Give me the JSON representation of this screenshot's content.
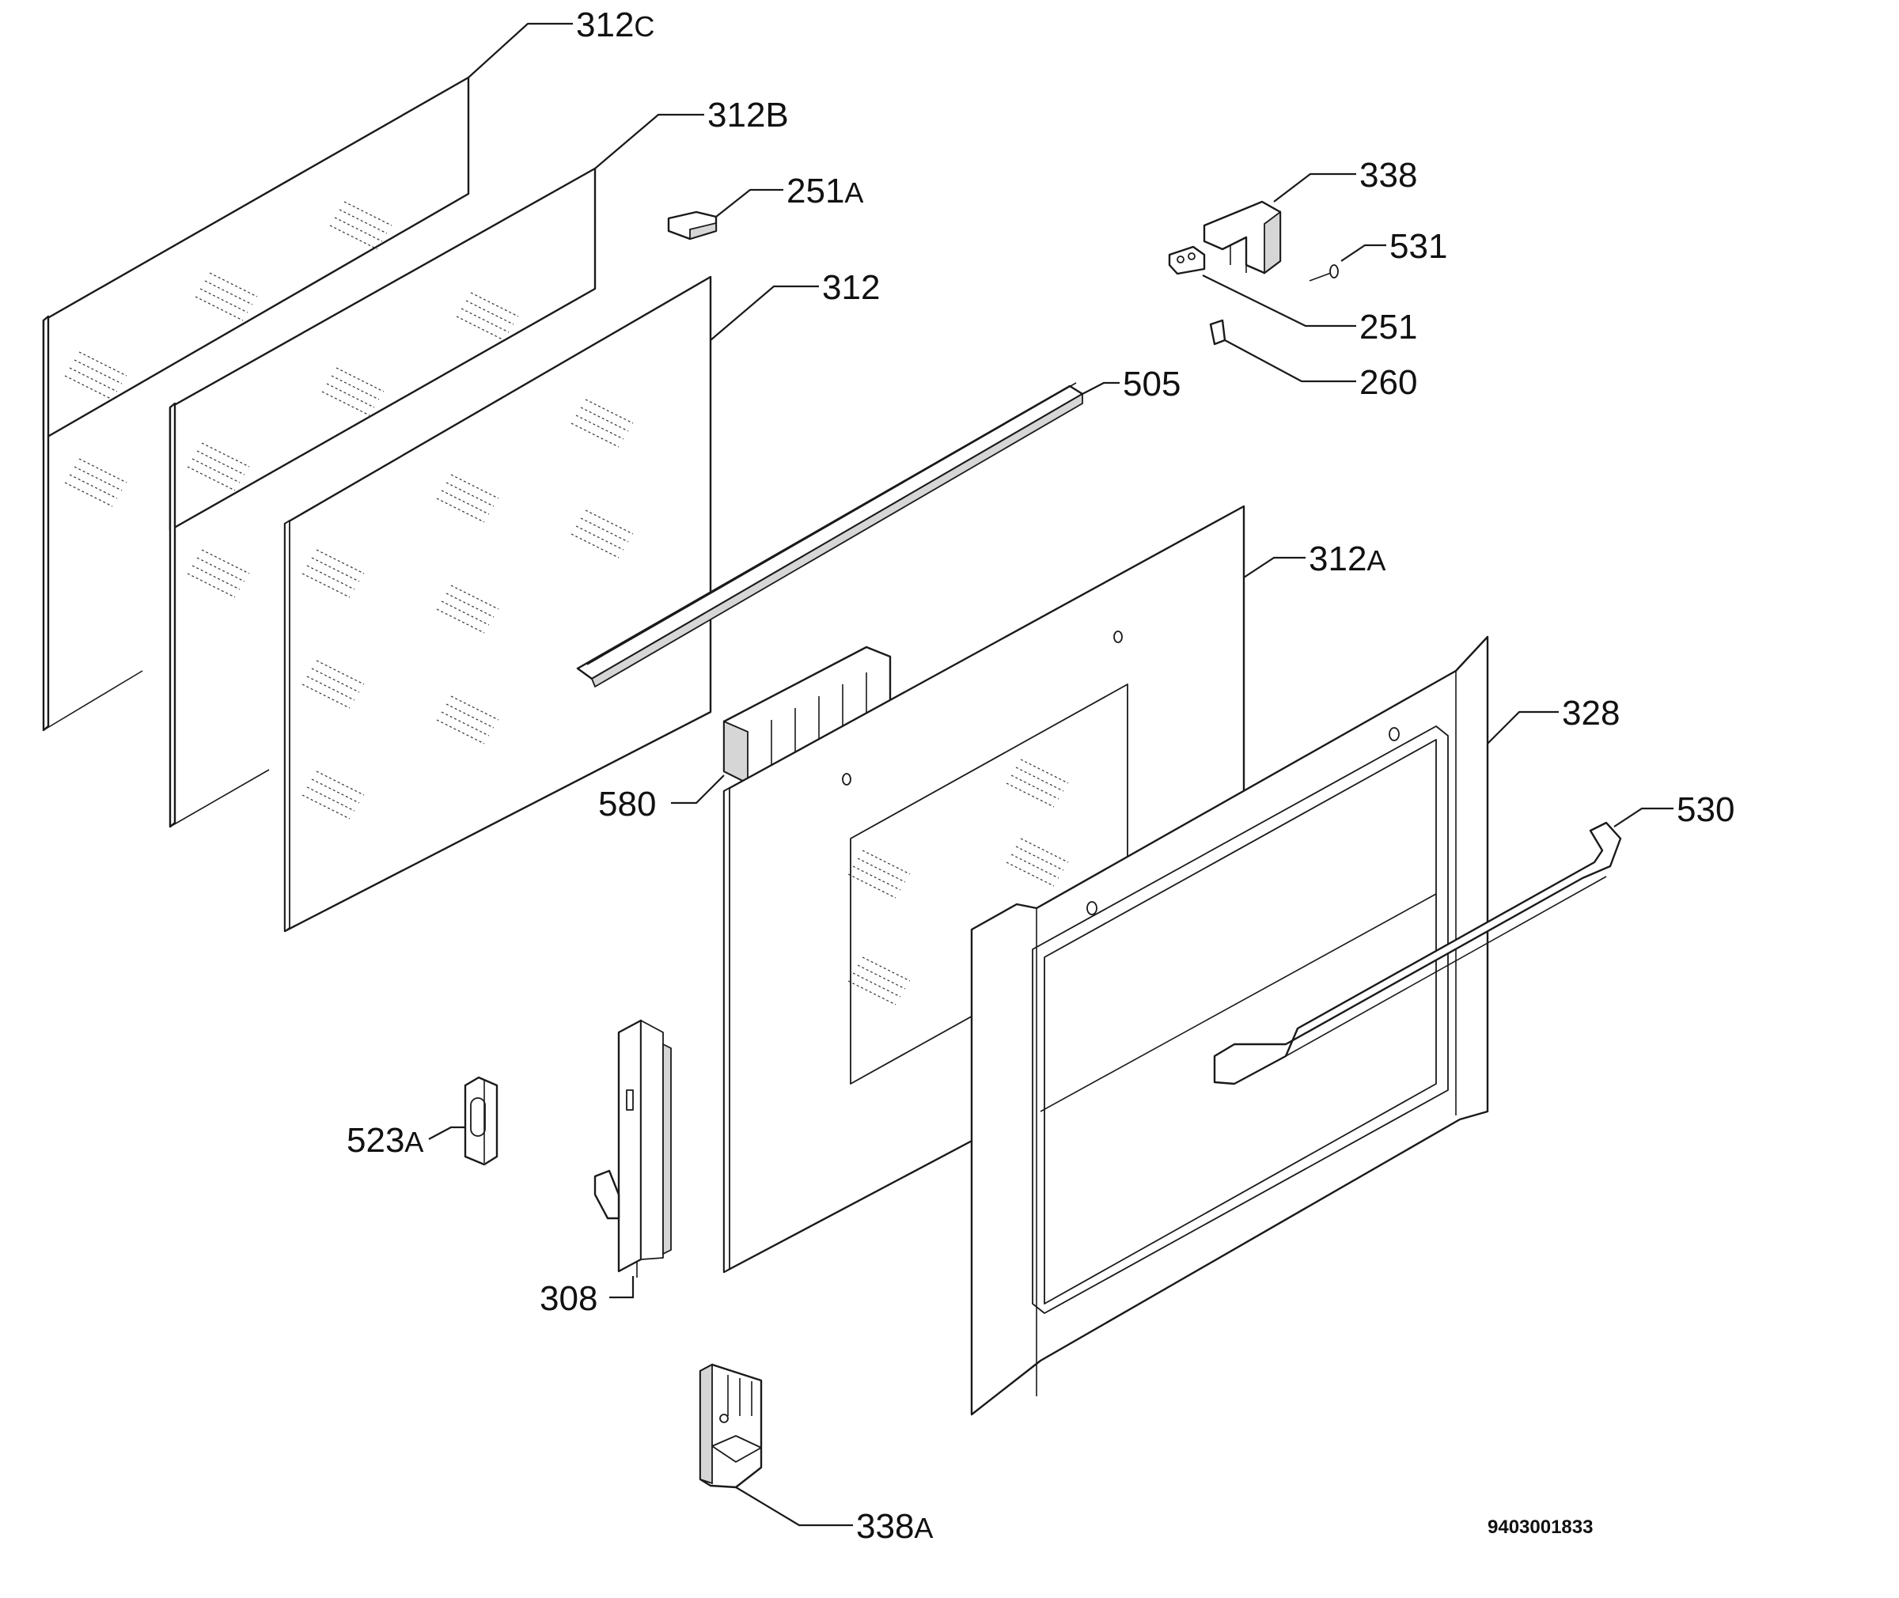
{
  "callouts": {
    "c312C": {
      "num": "312",
      "suffix": "C"
    },
    "c312B": {
      "num": "312B",
      "suffix": ""
    },
    "c251A": {
      "num": "251",
      "suffix": "A"
    },
    "c312": {
      "num": "312",
      "suffix": ""
    },
    "c338": {
      "num": "338",
      "suffix": ""
    },
    "c531": {
      "num": "531",
      "suffix": ""
    },
    "c251": {
      "num": "251",
      "suffix": ""
    },
    "c260": {
      "num": "260",
      "suffix": ""
    },
    "c505": {
      "num": "505",
      "suffix": ""
    },
    "c312A": {
      "num": "312",
      "suffix": "A"
    },
    "c328": {
      "num": "328",
      "suffix": ""
    },
    "c530": {
      "num": "530",
      "suffix": ""
    },
    "c580": {
      "num": "580",
      "suffix": ""
    },
    "c523A": {
      "num": "523",
      "suffix": "A"
    },
    "c308": {
      "num": "308",
      "suffix": ""
    },
    "c338A": {
      "num": "338",
      "suffix": "A"
    }
  },
  "document_id": "9403001833"
}
